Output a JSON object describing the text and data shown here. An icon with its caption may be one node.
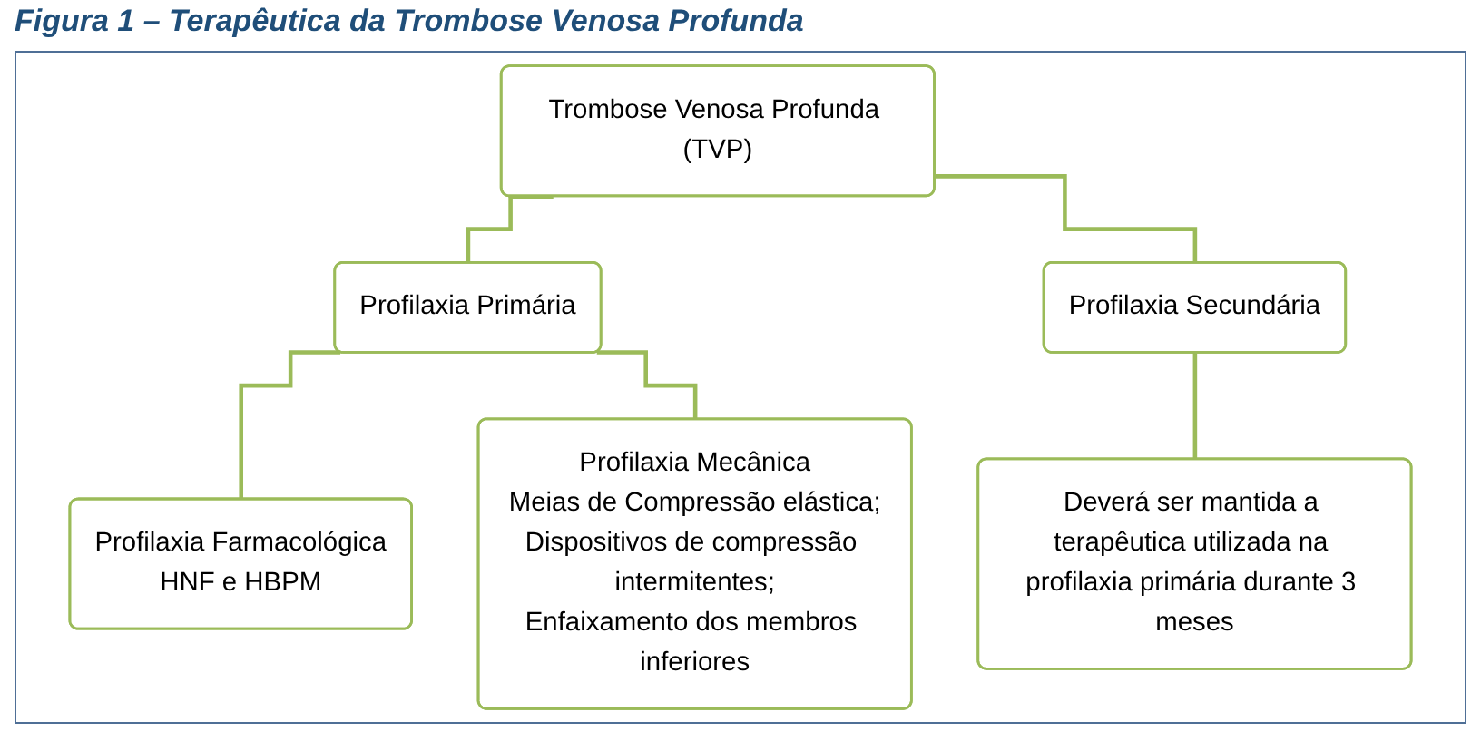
{
  "diagram": {
    "title": "Figura 1 – Terapêutica da Trombose Venosa Profunda",
    "nodes": [
      {
        "text": [
          "Trombose Venosa Profunda (TVP)"
        ]
      },
      {
        "text": [
          "Profilaxia Primária"
        ]
      },
      {
        "text": [
          "Profilaxia Secundária"
        ]
      },
      {
        "text": [
          "Profilaxia Farmacológica",
          "HNF e HBPM"
        ]
      },
      {
        "text": [
          "Profilaxia Mecânica",
          "Meias de Compressão elástica;",
          "Dispositivos de compressão intermitentes;",
          "Enfaixamento dos membros inferiores"
        ]
      },
      {
        "text": [
          "Deverá ser mantida a terapêutica utilizada na profilaxia primária durante 3 meses"
        ]
      }
    ],
    "edges": [
      {
        "from": 0,
        "to": 1,
        "arrow": "none"
      },
      {
        "from": 0,
        "to": 2,
        "arrow": "none"
      },
      {
        "from": 1,
        "to": 3,
        "arrow": "none"
      },
      {
        "from": 1,
        "to": 4,
        "arrow": "none"
      },
      {
        "from": 2,
        "to": 5,
        "arrow": "none"
      }
    ]
  }
}
